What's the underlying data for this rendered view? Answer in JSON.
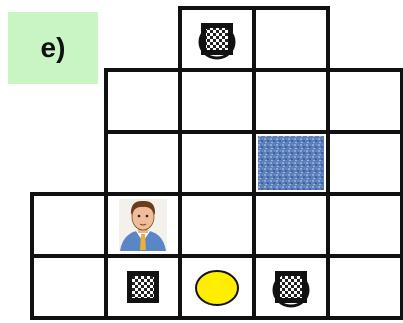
{
  "panel": {
    "label": "e)"
  },
  "grid": {
    "cells": [
      [
        2,
        0
      ],
      [
        3,
        0
      ],
      [
        1,
        1
      ],
      [
        2,
        1
      ],
      [
        3,
        1
      ],
      [
        4,
        1
      ],
      [
        1,
        2
      ],
      [
        2,
        2
      ],
      [
        3,
        2
      ],
      [
        4,
        2
      ],
      [
        0,
        3
      ],
      [
        1,
        3
      ],
      [
        2,
        3
      ],
      [
        3,
        3
      ],
      [
        4,
        3
      ],
      [
        0,
        4
      ],
      [
        1,
        4
      ],
      [
        2,
        4
      ],
      [
        3,
        4
      ],
      [
        4,
        4
      ]
    ],
    "water_cell": [
      3,
      2
    ],
    "pieces": [
      {
        "type": "rook-block",
        "cell": [
          2,
          0
        ],
        "with_ring": true
      },
      {
        "type": "person",
        "cell": [
          1,
          3
        ]
      },
      {
        "type": "rook-block",
        "cell": [
          1,
          4
        ],
        "with_ring": false
      },
      {
        "type": "yellow-circle",
        "cell": [
          2,
          4
        ]
      },
      {
        "type": "rook-block",
        "cell": [
          3,
          4
        ],
        "with_ring": true
      }
    ]
  },
  "colors": {
    "grid_line": "#111111",
    "water": "#5b7fb8",
    "yellow_circle": "#ffee00",
    "panel_bg": "#c9f5c5"
  }
}
